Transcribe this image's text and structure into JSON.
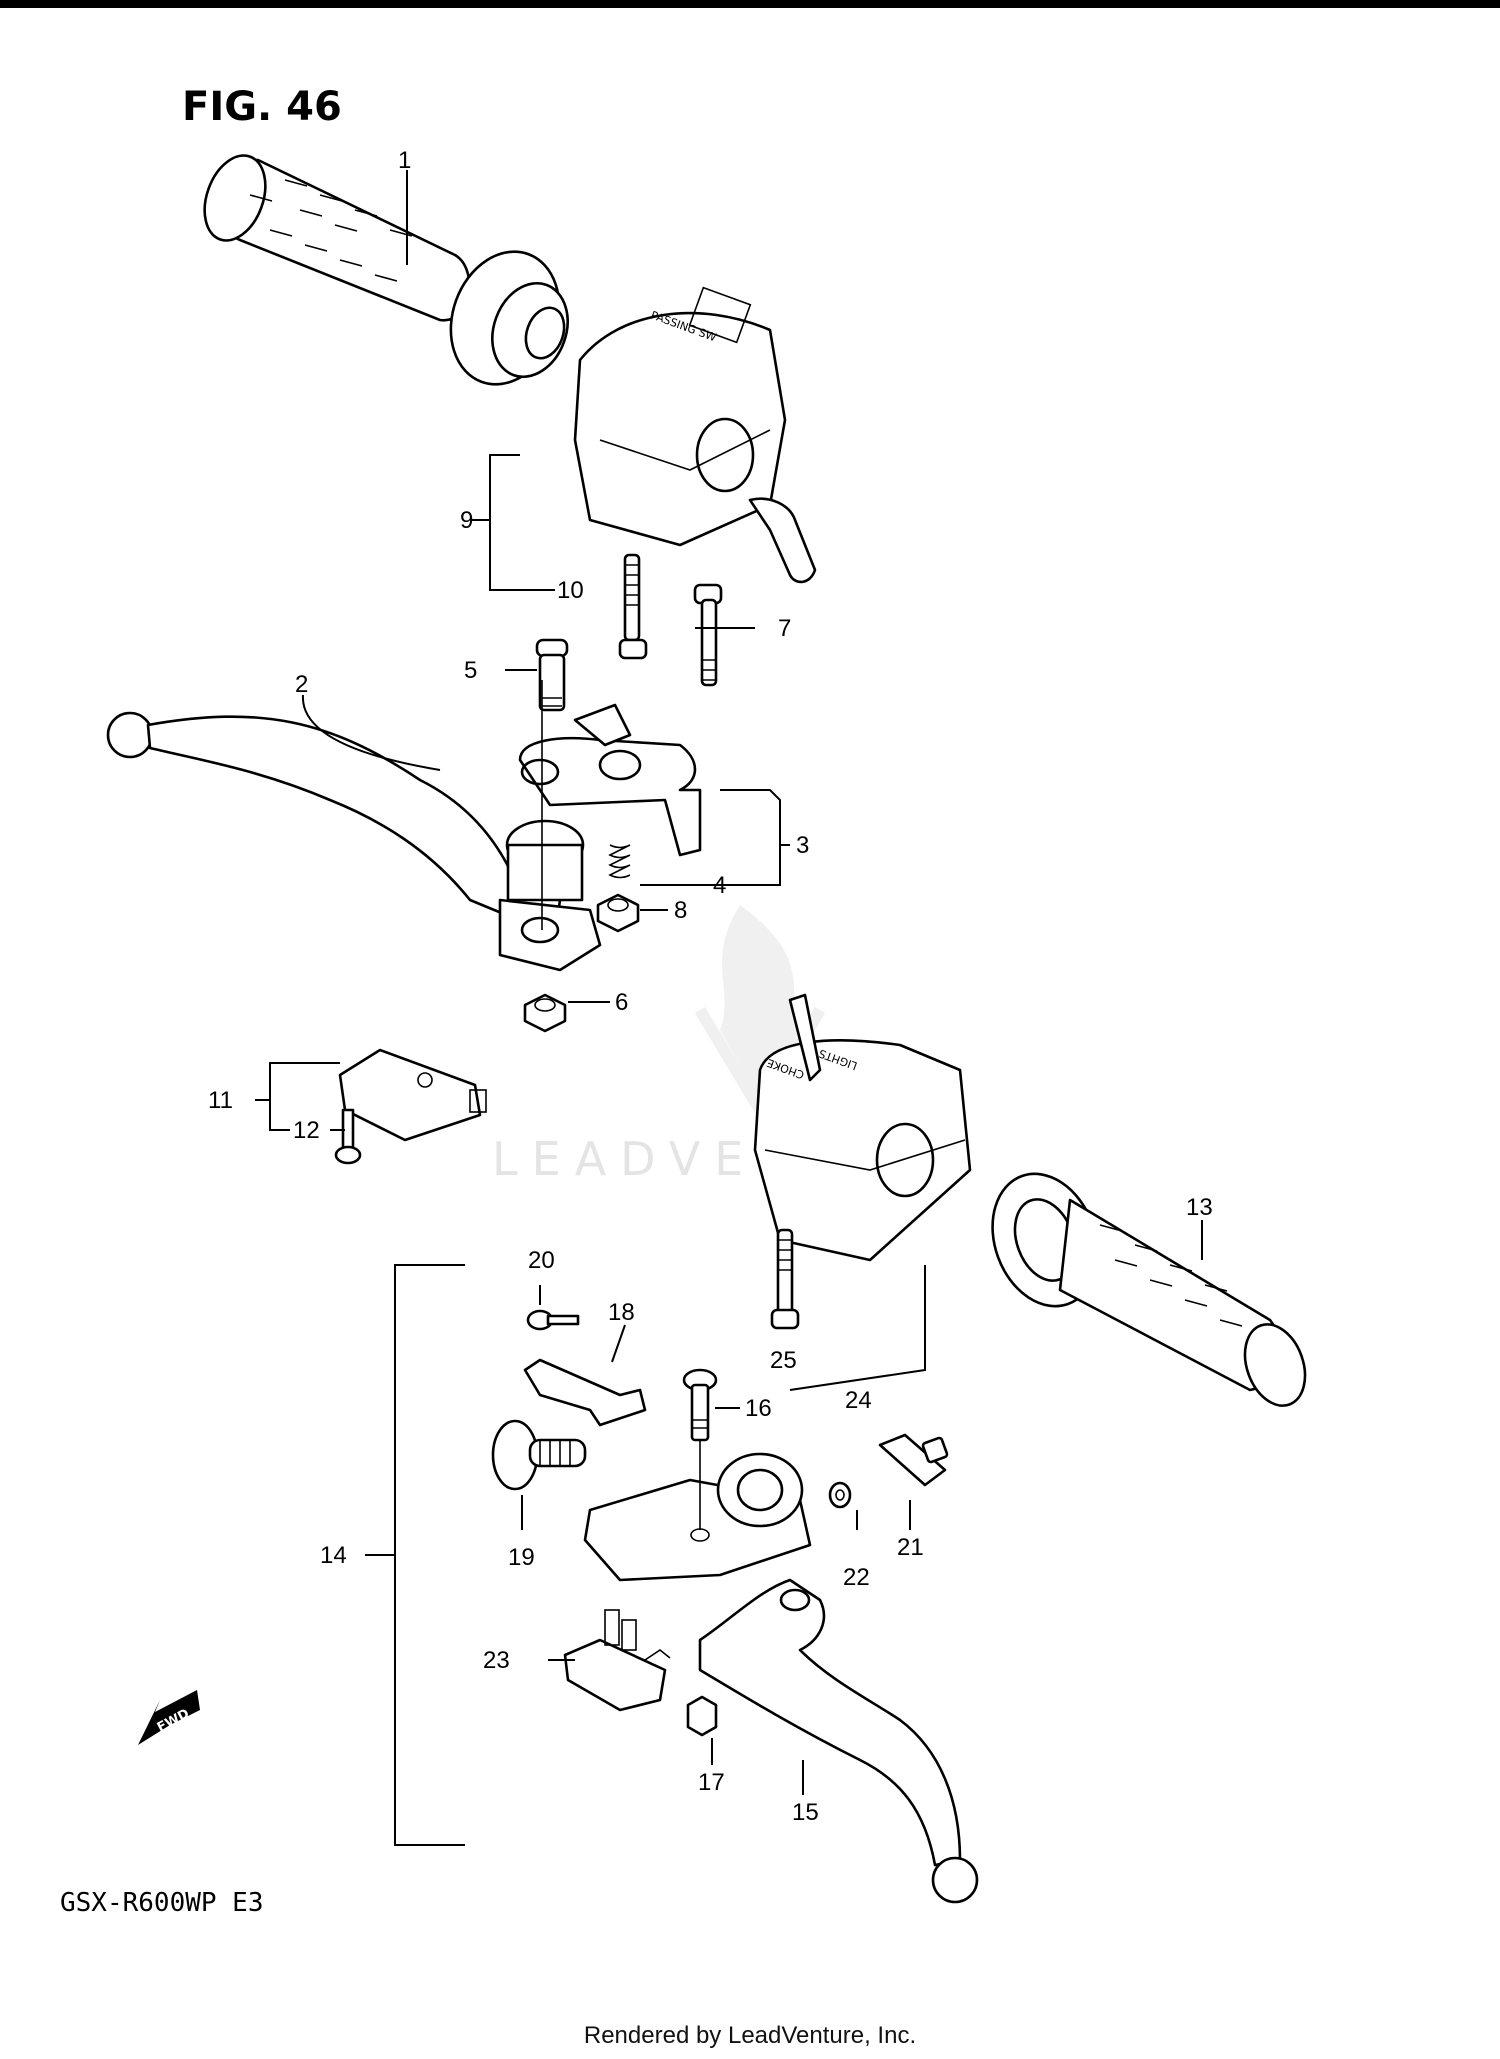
{
  "figure": {
    "title": "FIG. 46",
    "model_code": "GSX-R600WP  E3",
    "footer": "Rendered by LeadVenture, Inc.",
    "watermark": "LEADVENTURE",
    "switch_labels": {
      "left_switch": "PASSING  SW",
      "right_switch_top": "LIGHTS",
      "right_switch_bottom": "CHOKE"
    },
    "fwd_label": "FWD"
  },
  "callouts": [
    {
      "id": "c1",
      "label": "1"
    },
    {
      "id": "c2",
      "label": "2"
    },
    {
      "id": "c3",
      "label": "3"
    },
    {
      "id": "c4",
      "label": "4"
    },
    {
      "id": "c5",
      "label": "5"
    },
    {
      "id": "c6",
      "label": "6"
    },
    {
      "id": "c7",
      "label": "7"
    },
    {
      "id": "c8",
      "label": "8"
    },
    {
      "id": "c9",
      "label": "9"
    },
    {
      "id": "c10",
      "label": "10"
    },
    {
      "id": "c11",
      "label": "11"
    },
    {
      "id": "c12",
      "label": "12"
    },
    {
      "id": "c13",
      "label": "13"
    },
    {
      "id": "c14",
      "label": "14"
    },
    {
      "id": "c15",
      "label": "15"
    },
    {
      "id": "c16",
      "label": "16"
    },
    {
      "id": "c17",
      "label": "17"
    },
    {
      "id": "c18",
      "label": "18"
    },
    {
      "id": "c19",
      "label": "19"
    },
    {
      "id": "c20",
      "label": "20"
    },
    {
      "id": "c21",
      "label": "21"
    },
    {
      "id": "c22",
      "label": "22"
    },
    {
      "id": "c23",
      "label": "23"
    },
    {
      "id": "c24",
      "label": "24"
    },
    {
      "id": "c25",
      "label": "25"
    }
  ]
}
